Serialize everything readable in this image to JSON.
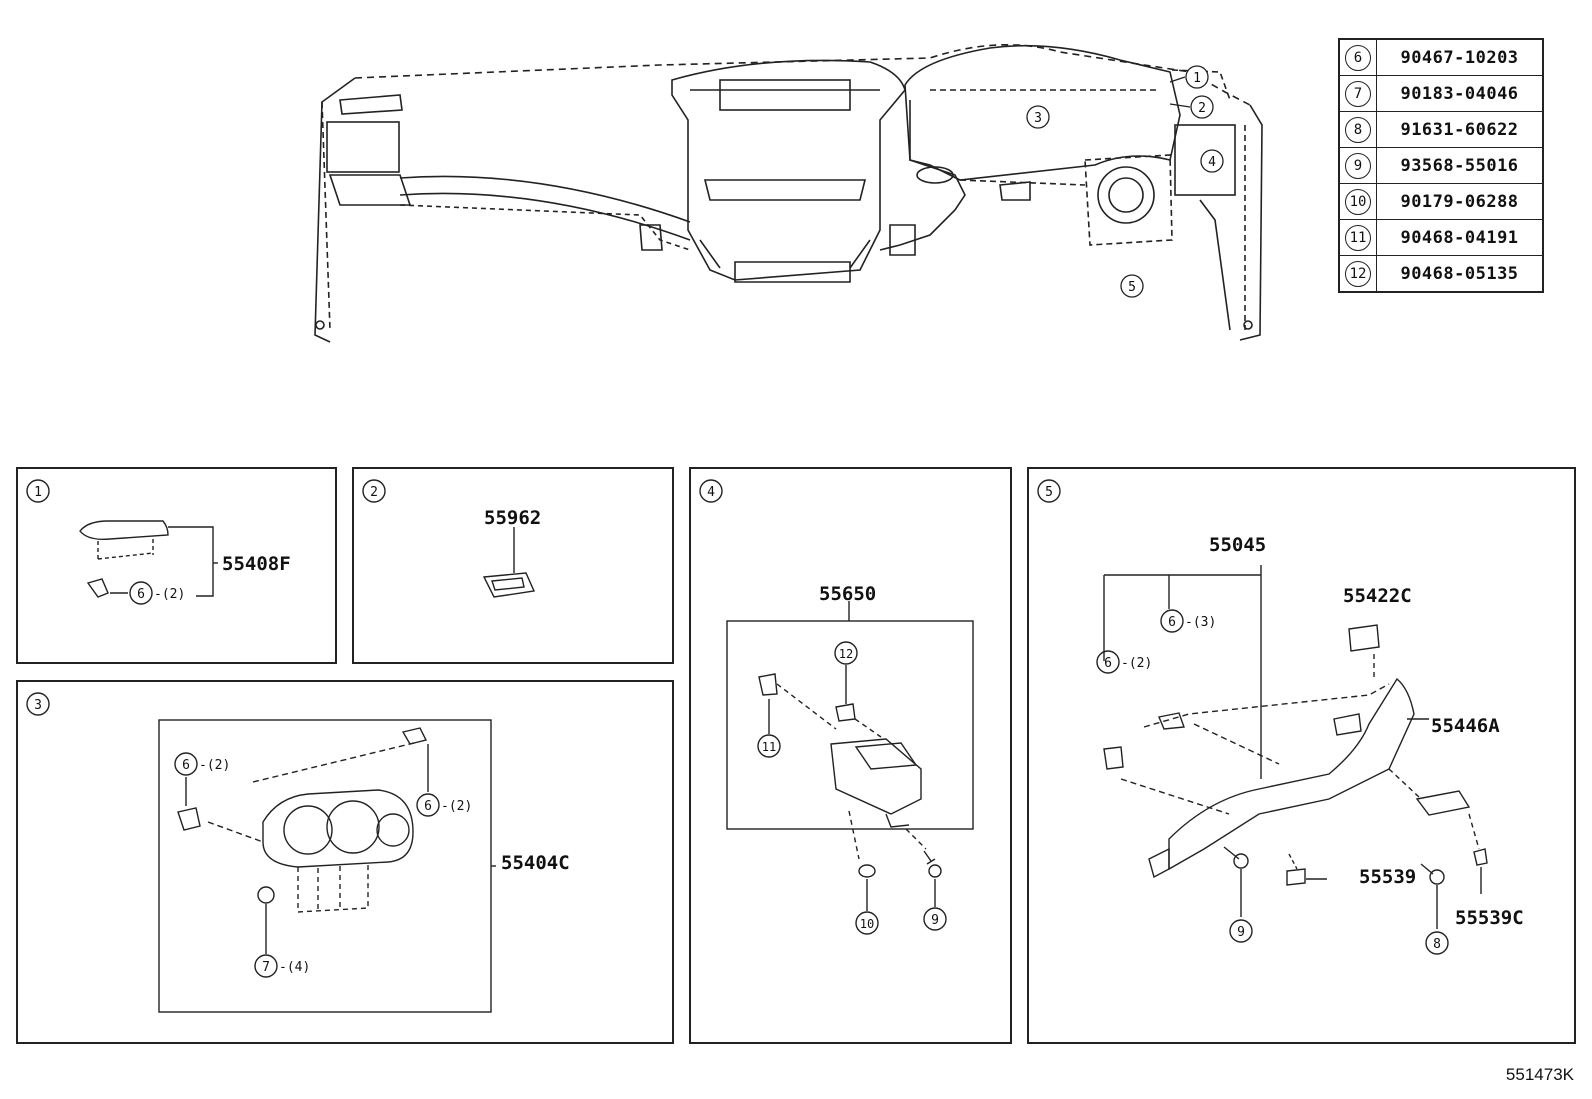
{
  "reference_table": [
    {
      "ref": "6",
      "part": "90467-10203"
    },
    {
      "ref": "7",
      "part": "90183-04046"
    },
    {
      "ref": "8",
      "part": "91631-60622"
    },
    {
      "ref": "9",
      "part": "93568-55016"
    },
    {
      "ref": "10",
      "part": "90179-06288"
    },
    {
      "ref": "11",
      "part": "90468-04191"
    },
    {
      "ref": "12",
      "part": "90468-05135"
    }
  ],
  "overview": {
    "callouts": [
      "1",
      "2",
      "3",
      "4",
      "5"
    ]
  },
  "panels": {
    "p1": {
      "num": "1",
      "part": "55408F",
      "fastener_ref": "6",
      "qty": "-(2)"
    },
    "p2": {
      "num": "2",
      "part": "55962"
    },
    "p3": {
      "num": "3",
      "part": "55404C",
      "ref_a": "6",
      "qty_a": "-(2)",
      "ref_b": "6",
      "qty_b": "-(2)",
      "ref_c": "7",
      "qty_c": "-(4)"
    },
    "p4": {
      "num": "4",
      "part": "55650",
      "ref_12": "12",
      "ref_11": "11",
      "ref_10": "10",
      "ref_9": "9"
    },
    "p5": {
      "num": "5",
      "part_main": "55045",
      "part_a": "55422C",
      "part_b": "55446A",
      "part_c": "55539",
      "part_d": "55539C",
      "ref_6a": "6",
      "qty_6a": "-(3)",
      "ref_6b": "6",
      "qty_6b": "-(2)",
      "ref_9": "9",
      "ref_8": "8"
    }
  },
  "footer_code": "551473K"
}
